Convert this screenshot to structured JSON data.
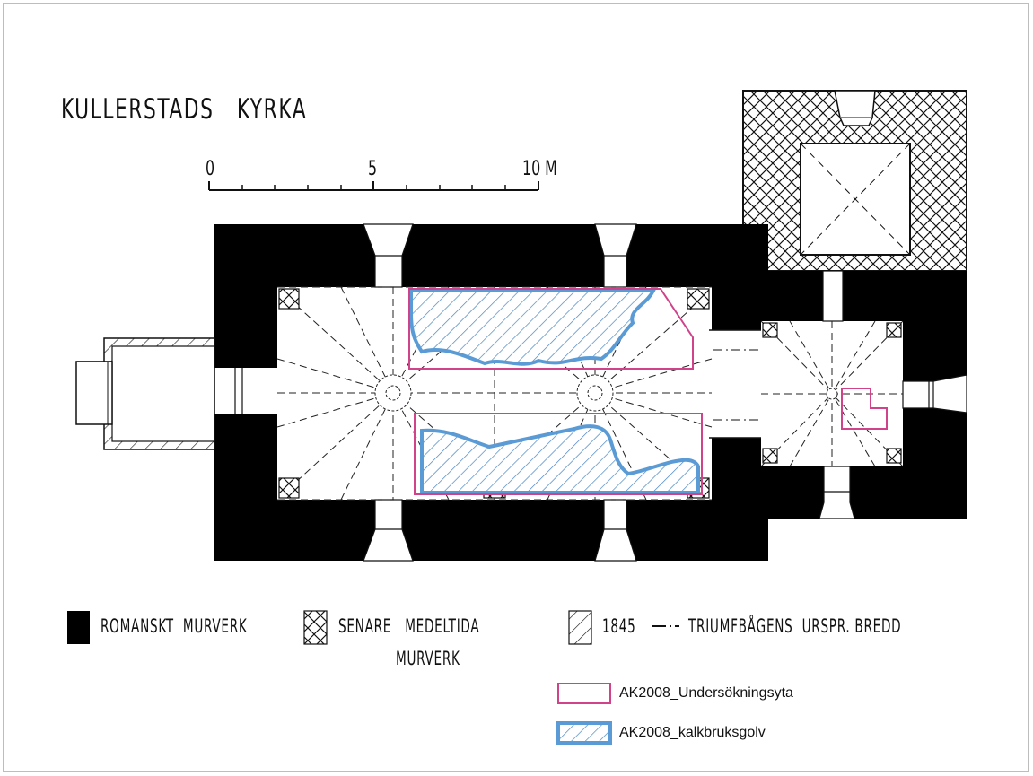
{
  "title": "KULLERSTADS   KYRKA",
  "scale": {
    "labels": [
      "0",
      "5",
      "10 M"
    ]
  },
  "legend": {
    "items": [
      {
        "label": "ROMANSKT  MURVERK"
      },
      {
        "label": "SENARE   MEDELTIDA"
      },
      {
        "label": "MURVERK"
      },
      {
        "label": "1845"
      },
      {
        "label": "TRIUMFBÅGENS  URSPR. BREDD"
      }
    ],
    "overlay": [
      {
        "label": "AK2008_Undersökningsyta",
        "color": "#d0438a"
      },
      {
        "label": "AK2008_kalkbruksgolv",
        "color": "#5b9bd5"
      }
    ]
  },
  "colors": {
    "wall": "#000000",
    "survey_outline": "#d0438a",
    "floor_outline": "#5b9bd5",
    "floor_fill": "#cfe3f4"
  }
}
